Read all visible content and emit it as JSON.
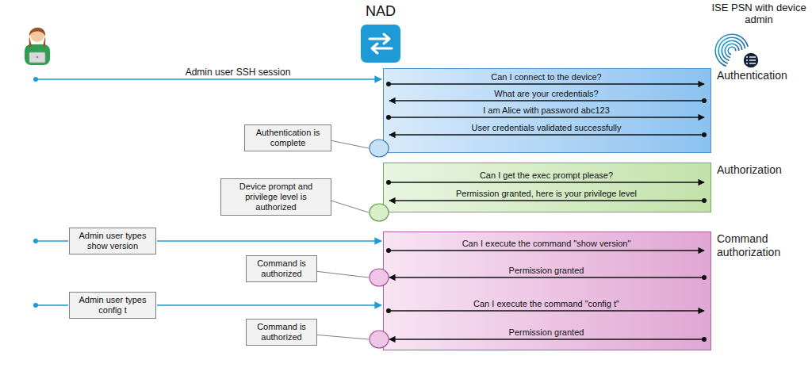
{
  "diagram": {
    "nodes": [
      {
        "text": [
          "NAD"
        ]
      },
      {
        "text": [
          "ISE PSN with device admin"
        ]
      },
      {
        "text": [
          "Authentication"
        ]
      },
      {
        "text": [
          "Authentication is complete"
        ]
      },
      {
        "text": [
          "Authorization"
        ]
      },
      {
        "text": [
          "Device prompt and privilege level is authorized"
        ]
      },
      {
        "text": [
          "Command authorization"
        ]
      },
      {
        "text": [
          "Admin user types show version"
        ]
      },
      {
        "text": [
          "Command is authorized"
        ]
      },
      {
        "text": [
          "Admin user types config t"
        ]
      },
      {
        "text": [
          "Command is authorized"
        ]
      }
    ],
    "labels": [
      "Admin user SSH session",
      "Can I connect to the device?",
      "What are your credentials?",
      "I am Alice with password abc123",
      "User credentials validated successfully",
      "Can I get the exec prompt please?",
      "Permission granted, here is your privilege level",
      "Can I execute the command \"show version\"",
      "Permission granted",
      "Can I execute the command \"config t\"",
      "Permission granted"
    ]
  }
}
